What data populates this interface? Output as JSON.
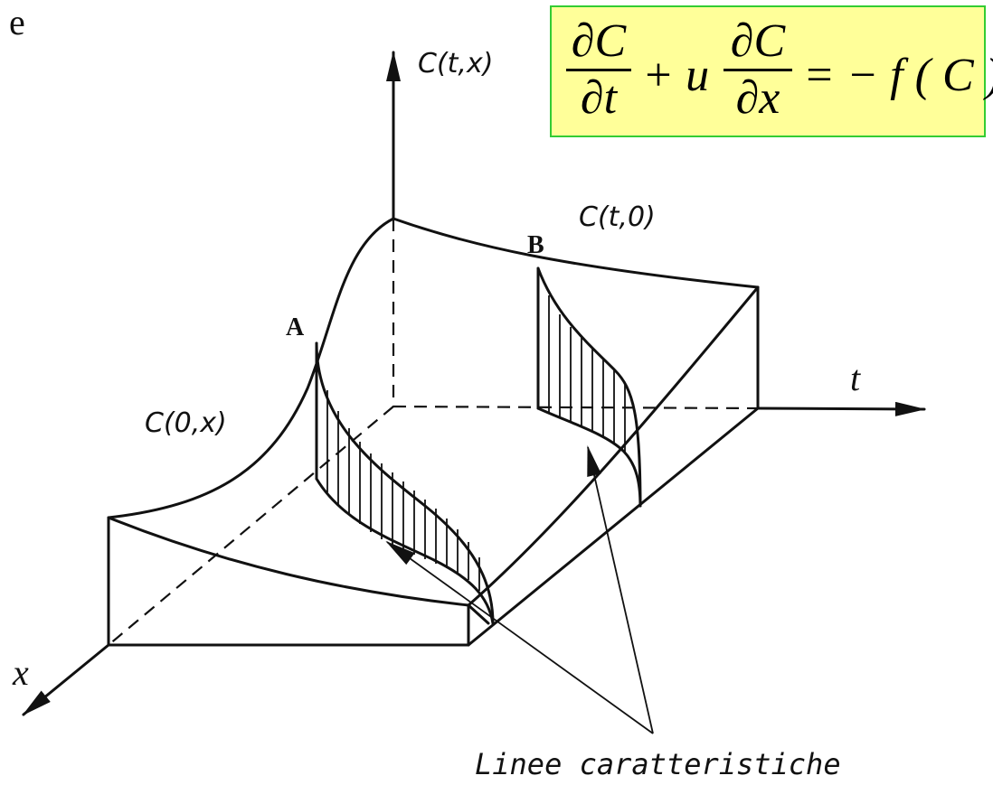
{
  "corner_letter": "e",
  "equation": {
    "frac1_num": "∂C",
    "frac1_den": "∂t",
    "plus_u": "+ u",
    "frac2_num": "∂C",
    "frac2_den": "∂x",
    "rhs": "= − f ( C )"
  },
  "labels": {
    "c_tx": "C(t,x)",
    "c_t0": "C(t,0)",
    "c_0x": "C(0,x)",
    "t_axis": "t",
    "x_axis": "x",
    "point_a": "A",
    "point_b": "B",
    "characteristic_lines": "Linee caratteristiche"
  },
  "colors": {
    "equation_background": "#ffff99",
    "equation_border": "#33cc33",
    "ink": "#111111"
  }
}
